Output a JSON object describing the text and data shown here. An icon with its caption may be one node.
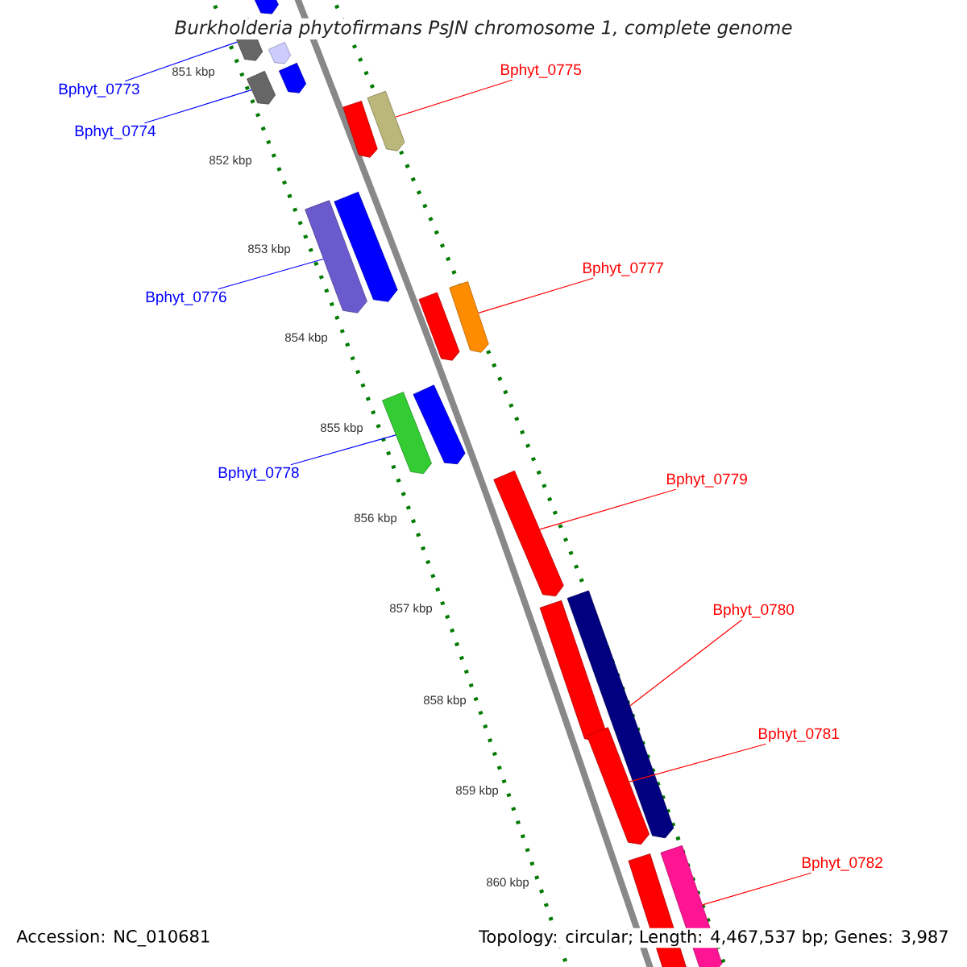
{
  "diagram": {
    "title": "Burkholderia phytofirmans PsJN chromosome 1, complete genome",
    "nodes": [
      {
        "text": [
          "Bphyt_0773"
        ]
      },
      {
        "text": [
          "Bphyt_0774"
        ]
      },
      {
        "text": [
          "Bphyt_0775"
        ]
      },
      {
        "text": [
          "Bphyt_0776"
        ]
      },
      {
        "text": [
          "Bphyt_0777"
        ]
      },
      {
        "text": [
          "Bphyt_0778"
        ]
      },
      {
        "text": [
          "Bphyt_0779"
        ]
      },
      {
        "text": [
          "Bphyt_0780"
        ]
      },
      {
        "text": [
          "Bphyt_0781"
        ]
      },
      {
        "text": [
          "Bphyt_0782"
        ]
      },
      {
        "text": [],
        "shape": "bar"
      },
      {
        "text": [],
        "shape": "bar"
      },
      {
        "text": [],
        "shape": "bar"
      },
      {
        "text": [],
        "shape": "bar"
      },
      {
        "text": [],
        "shape": "bar"
      },
      {
        "text": [],
        "shape": "bar"
      },
      {
        "text": [],
        "shape": "bar"
      },
      {
        "text": [],
        "shape": "bar"
      },
      {
        "text": [],
        "shape": "bar"
      },
      {
        "text": [],
        "shape": "bar"
      },
      {
        "text": [],
        "shape": "bar"
      },
      {
        "text": [],
        "shape": "bar"
      },
      {
        "text": [],
        "shape": "bar"
      },
      {
        "text": [],
        "shape": "bar"
      },
      {
        "text": [],
        "shape": "bar"
      },
      {
        "text": [],
        "shape": "bar"
      },
      {
        "text": [],
        "shape": "bar"
      },
      {
        "text": [],
        "shape": "bar"
      },
      {
        "text": [],
        "shape": "bar"
      }
    ],
    "edges": [
      {
        "from": 0,
        "to": 12,
        "arrow": "none",
        "color": "#0000ff"
      },
      {
        "from": 1,
        "to": 14,
        "arrow": "none",
        "color": "#0000ff"
      },
      {
        "from": 2,
        "to": 15,
        "arrow": "none"
      },
      {
        "from": 3,
        "to": 18,
        "arrow": "none",
        "color": "#0000ff"
      },
      {
        "from": 4,
        "to": 19,
        "arrow": "none"
      },
      {
        "from": 5,
        "to": 22,
        "arrow": "none",
        "color": "#0000ff"
      },
      {
        "from": 6,
        "to": 23,
        "arrow": "none"
      },
      {
        "from": 7,
        "to": 25,
        "arrow": "none"
      },
      {
        "from": 8,
        "to": 26,
        "arrow": "none"
      },
      {
        "from": 9,
        "to": 27,
        "arrow": "none"
      }
    ],
    "labels": [
      "851 kbp",
      "852 kbp",
      "853 kbp",
      "854 kbp",
      "855 kbp",
      "856 kbp",
      "857 kbp",
      "858 kbp",
      "859 kbp",
      "860 kbp",
      "Accession: NC_010681",
      "Topology: circular; Length: 4,467,537 bp; Genes: 3,987"
    ]
  }
}
